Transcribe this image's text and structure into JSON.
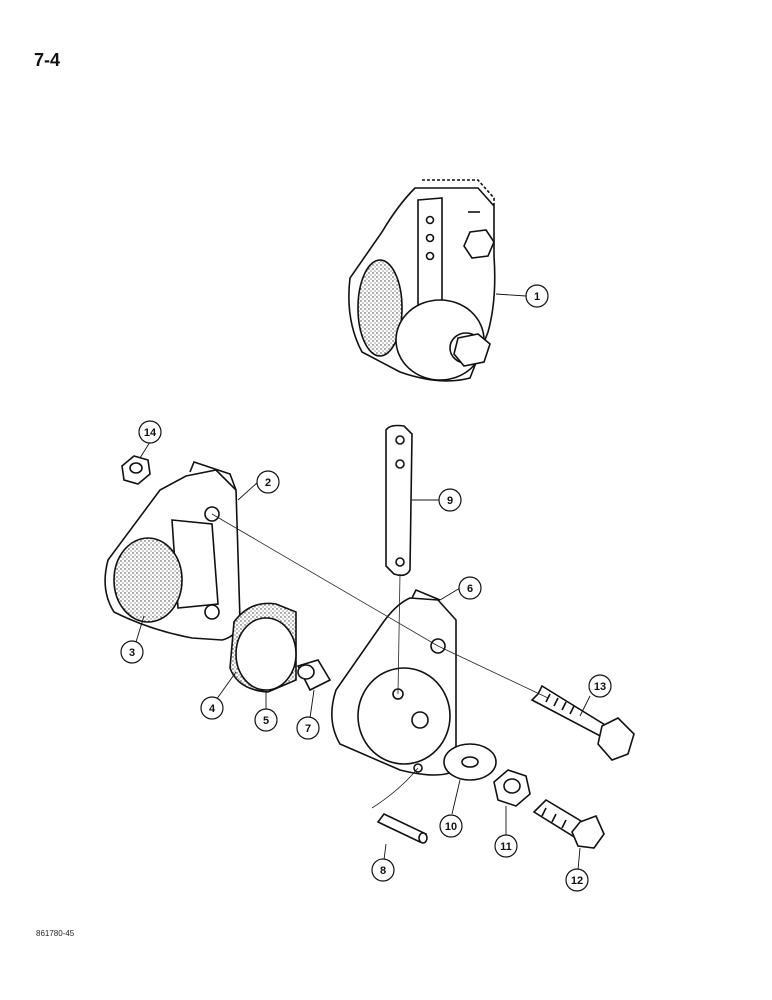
{
  "header": {
    "page_number": "7-4"
  },
  "footer": {
    "figure_code": "861780-45"
  },
  "callouts": [
    {
      "id": "callout-1",
      "label": "1"
    },
    {
      "id": "callout-2",
      "label": "2"
    },
    {
      "id": "callout-3",
      "label": "3"
    },
    {
      "id": "callout-4",
      "label": "4"
    },
    {
      "id": "callout-5",
      "label": "5"
    },
    {
      "id": "callout-6",
      "label": "6"
    },
    {
      "id": "callout-7",
      "label": "7"
    },
    {
      "id": "callout-8",
      "label": "8"
    },
    {
      "id": "callout-9",
      "label": "9"
    },
    {
      "id": "callout-10",
      "label": "10"
    },
    {
      "id": "callout-11",
      "label": "11"
    },
    {
      "id": "callout-12",
      "label": "12"
    },
    {
      "id": "callout-13",
      "label": "13"
    },
    {
      "id": "callout-14",
      "label": "14"
    }
  ]
}
